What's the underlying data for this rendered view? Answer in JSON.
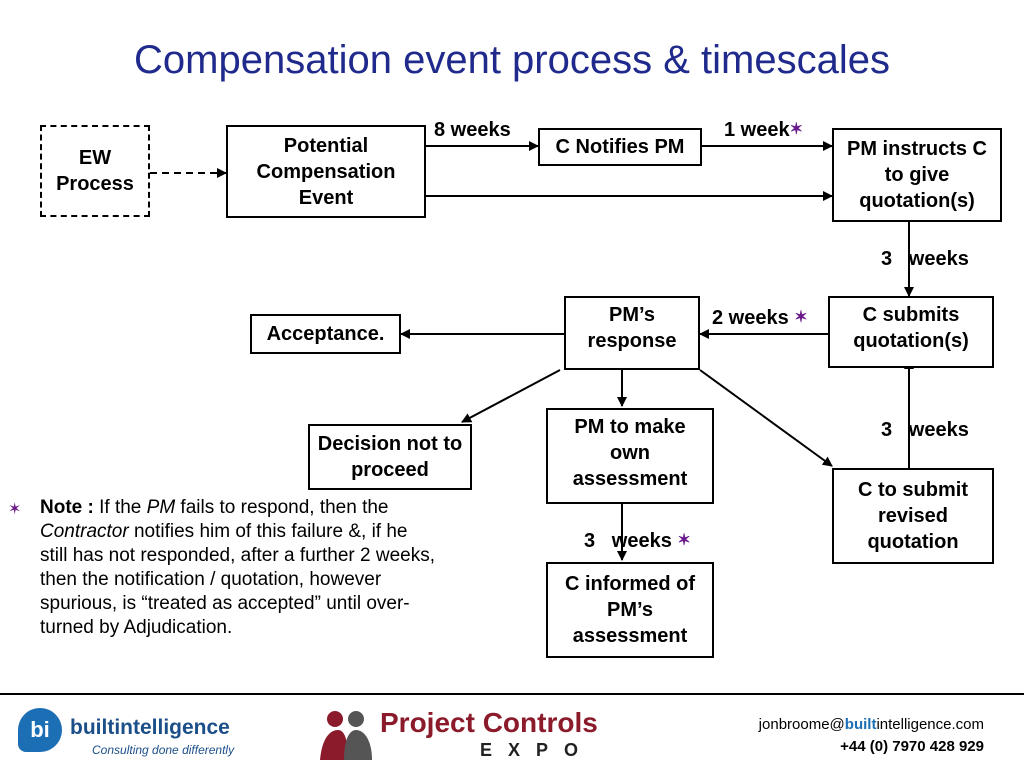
{
  "title": "Compensation event process & timescales",
  "boxes": {
    "ew_process": "EW Process",
    "potential_ce": "Potential Compensation Event",
    "c_notifies_pm": "C Notifies PM",
    "pm_instructs": "PM instructs C to give quotation(s)",
    "c_submits": "C submits quotation(s)",
    "pm_response": "PM’s response",
    "acceptance": "Acceptance.",
    "decision_not": "Decision not to proceed",
    "pm_own": "PM to make own assessment",
    "c_informed": "C informed of PM’s assessment",
    "c_revised": "C to submit revised quotation"
  },
  "labels": {
    "eight_weeks": "8 weeks",
    "one_week": "1 week",
    "three_weeks_a": "3   weeks",
    "two_weeks": "2 weeks",
    "three_weeks_b": "3   weeks",
    "three_weeks_c": "3   weeks"
  },
  "star": "✶",
  "note": {
    "lead": "Note :",
    "t1": " If the ",
    "pm": "PM",
    "t2": " fails to respond, then the ",
    "contractor": "Contractor",
    "t3": "  notifies him of this failure &, if he still  has not responded, after a further 2 weeks, then the notification / quotation, however spurious, is “treated as accepted” until over-turned by Adjudication."
  },
  "footer": {
    "bi_mark": "bi",
    "bi_name": "builtintelligence",
    "bi_tagline": "Consulting done differently",
    "pc_name": "Project Controls",
    "pc_expo": "EXPO",
    "email_user": "jonbroome@",
    "email_bold": "built",
    "email_rest": "intelligence.com",
    "phone": "+44 (0) 7970 428 929"
  },
  "colors": {
    "title": "#1f2a8c",
    "star": "#6a1a8a",
    "bi_brand": "#1c6fb5",
    "pc_brand": "#8b1b2b"
  }
}
